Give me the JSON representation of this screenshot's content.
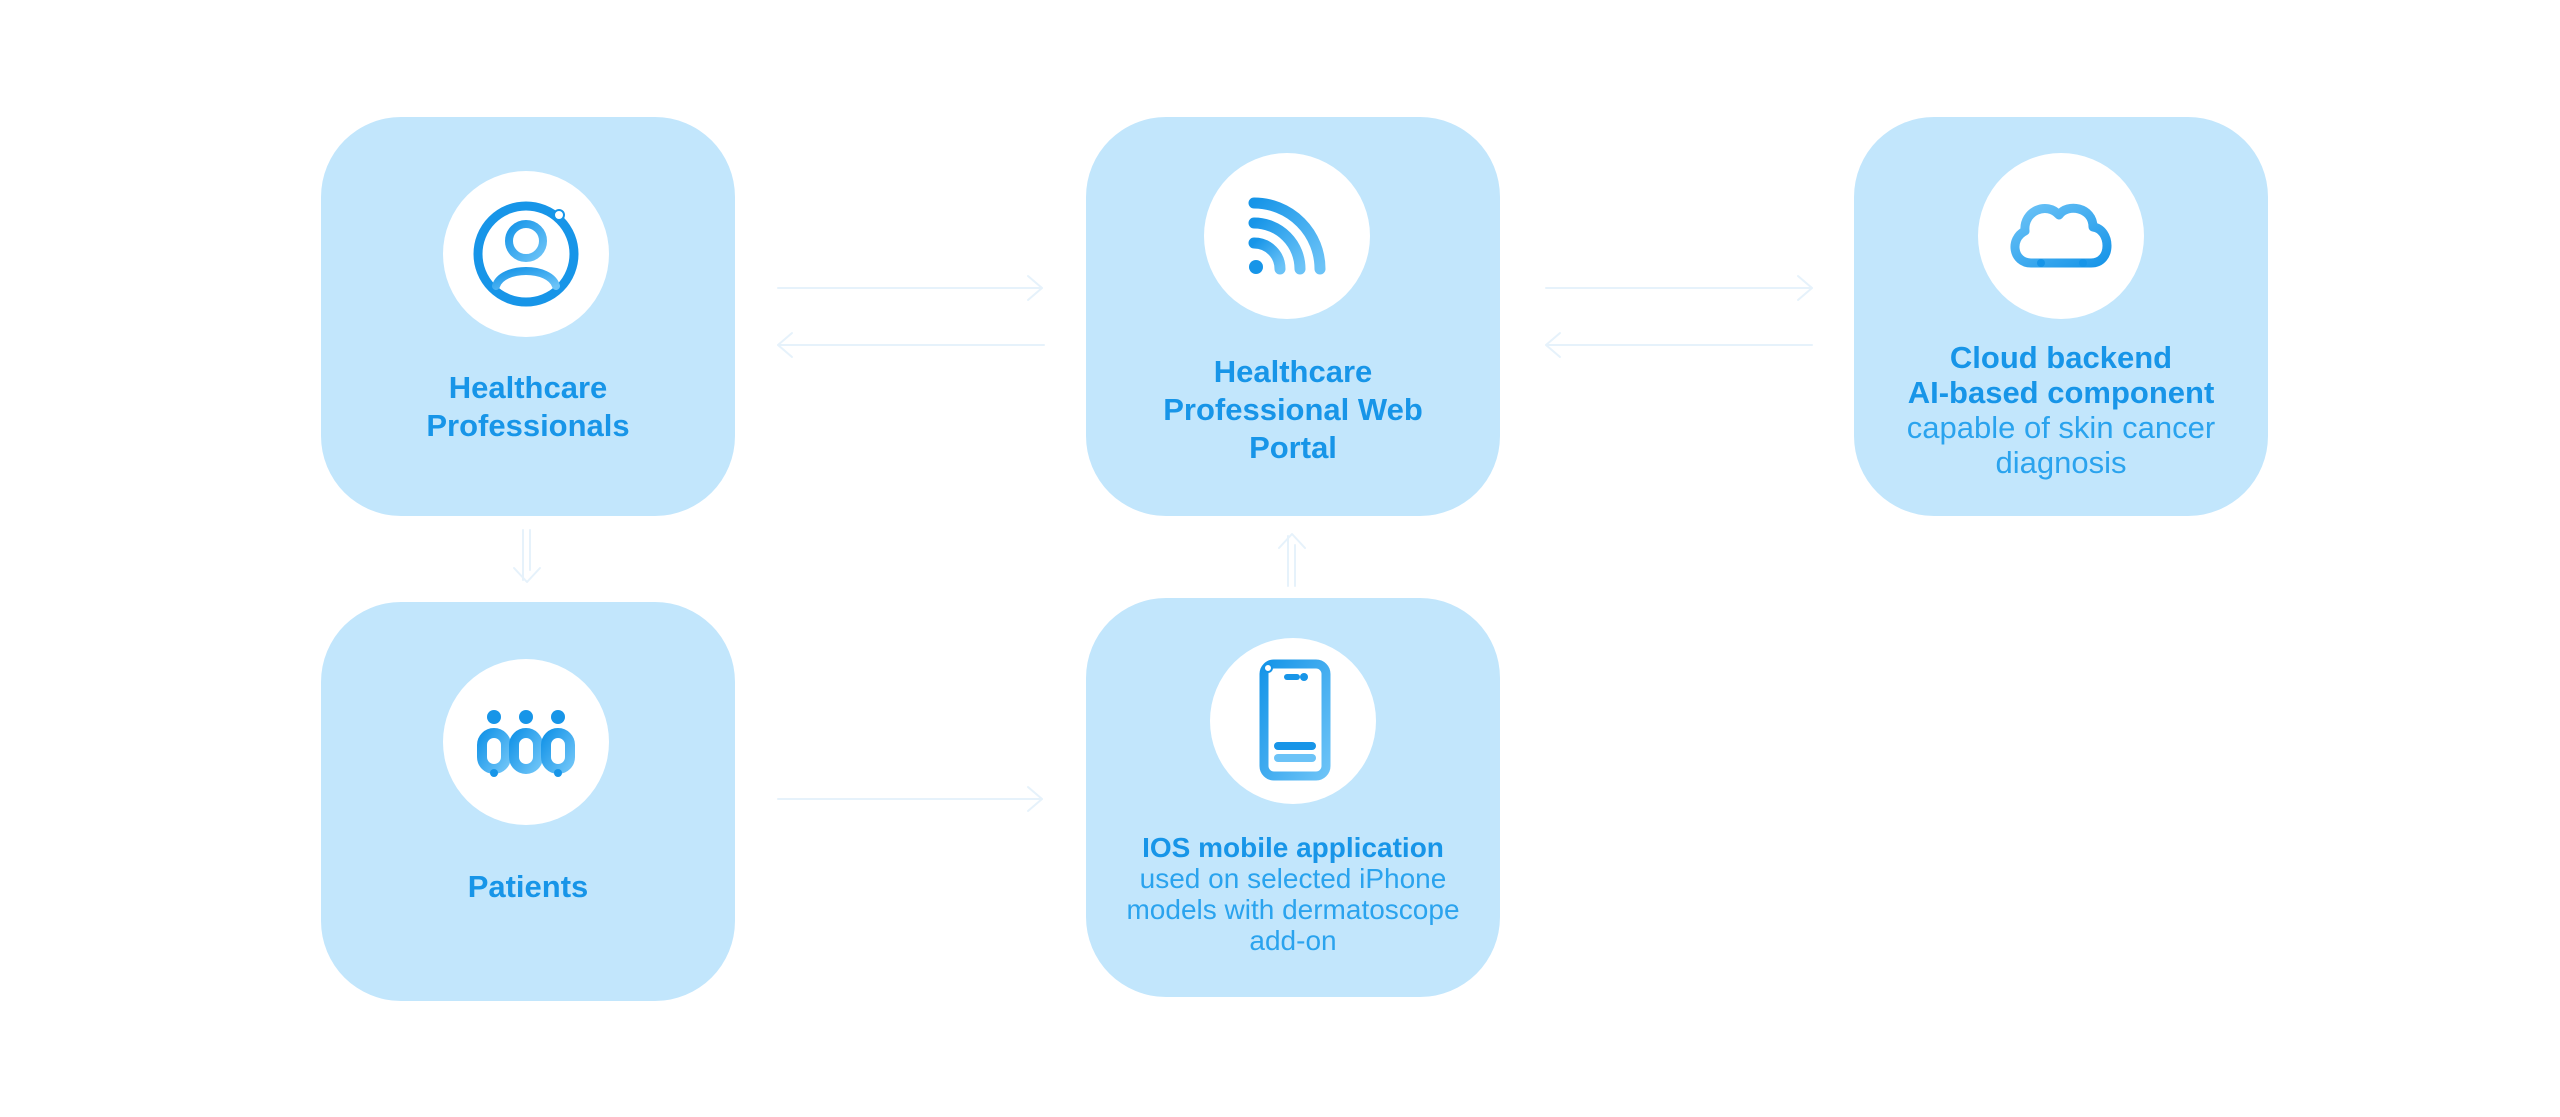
{
  "colors": {
    "card": "#c2e6fc",
    "accent": "#1795e8",
    "accent_light": "#6cc3f7",
    "arrow": "#e8f3fb"
  },
  "nodes": {
    "healthcare_professionals": {
      "icon": "user-icon",
      "title_line1": "Healthcare",
      "title_line2": "Professionals"
    },
    "web_portal": {
      "icon": "signal-icon",
      "title_line1": "Healthcare",
      "title_line2": "Professional Web",
      "title_line3": "Portal"
    },
    "cloud_backend": {
      "icon": "cloud-icon",
      "title_line1": "Cloud backend",
      "title_line2": "AI-based component",
      "desc_line1": "capable of skin cancer",
      "desc_line2": "diagnosis"
    },
    "patients": {
      "icon": "people-icon",
      "title": "Patients"
    },
    "ios_app": {
      "icon": "phone-icon",
      "title": "IOS mobile application",
      "desc_line1": "used on selected iPhone",
      "desc_line2": "models with dermatoscope",
      "desc_line3": "add-on"
    }
  }
}
